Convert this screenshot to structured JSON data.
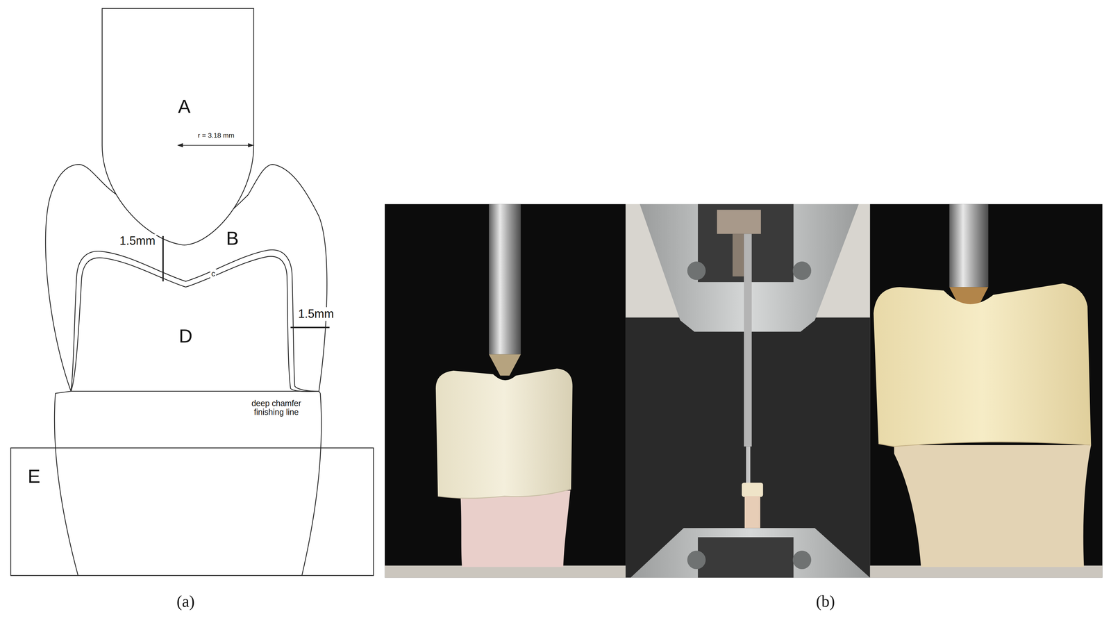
{
  "diagram": {
    "labels": [
      "A",
      "r = 3.18 mm",
      "1.5mm",
      "B",
      "c",
      "D",
      "1.5mm",
      "deep chamfer finishing line",
      "E",
      "(a)",
      "(b)"
    ]
  }
}
